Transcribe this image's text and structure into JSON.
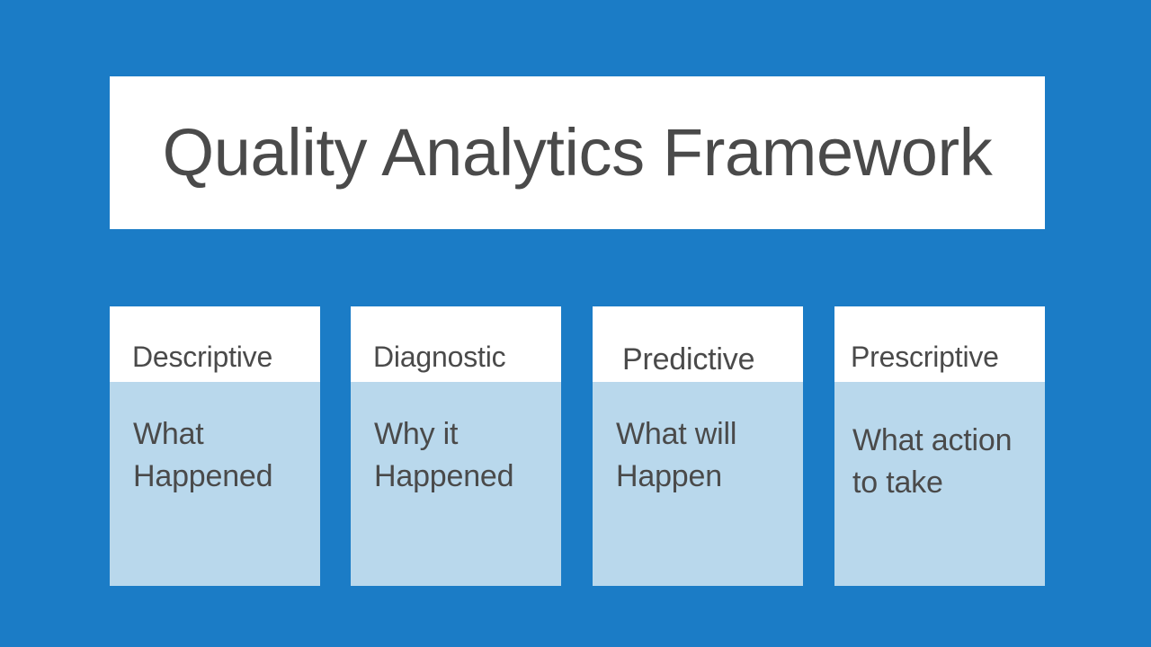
{
  "slide": {
    "title": "Quality Analytics Framework",
    "background_color": "#1b7cc6",
    "title_plate_color": "#ffffff",
    "text_color": "#4a4a4a",
    "card_header_color": "#ffffff",
    "card_body_color": "#b9d8ec"
  },
  "cards": [
    {
      "header": "Descriptive",
      "body": "What\nHappened"
    },
    {
      "header": "Diagnostic",
      "body": "Why it\nHappened"
    },
    {
      "header": "Predictive",
      "body": "What will\nHappen"
    },
    {
      "header": "Prescriptive",
      "body": "What action\nto take"
    }
  ]
}
